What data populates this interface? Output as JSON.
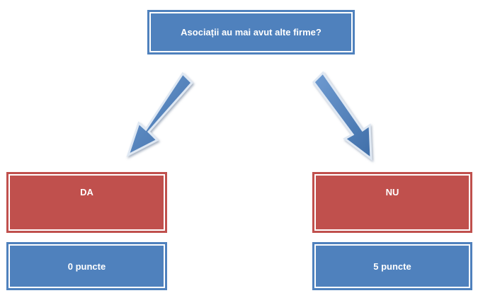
{
  "diagram": {
    "question": "Asociații au mai avut alte firme?",
    "branches": [
      {
        "answer": "DA",
        "points": "0 puncte"
      },
      {
        "answer": "NU",
        "points": "5 puncte"
      }
    ]
  },
  "colors": {
    "question_fill": "#4f81bd",
    "answer_fill": "#c0504d",
    "points_fill": "#4f81bd",
    "arrow_fill": "#4f81bd",
    "text": "#ffffff"
  }
}
